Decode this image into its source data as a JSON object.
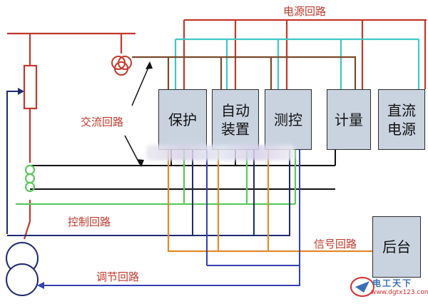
{
  "labels": {
    "power_loop": "电源回路",
    "ac_loop": "交流回路",
    "control_loop": "控制回路",
    "signal_loop": "信号回路",
    "regulation_loop": "调节回路"
  },
  "boxes": {
    "protection": "保护",
    "auto_device": "自动\n装置",
    "measure_control": "测控",
    "metering": "计量",
    "dc_power": "直流\n电源",
    "backend": "后台"
  },
  "watermark": {
    "text": "电工天下",
    "url": "www.dgtx123.com"
  },
  "colors": {
    "red": "#c0392b",
    "brown": "#7a4a2a",
    "cyan": "#3fc7c7",
    "black": "#111111",
    "green": "#5cc85c",
    "orange": "#e08a2a",
    "navy": "#1f2a6e",
    "blue": "#3340b0"
  }
}
